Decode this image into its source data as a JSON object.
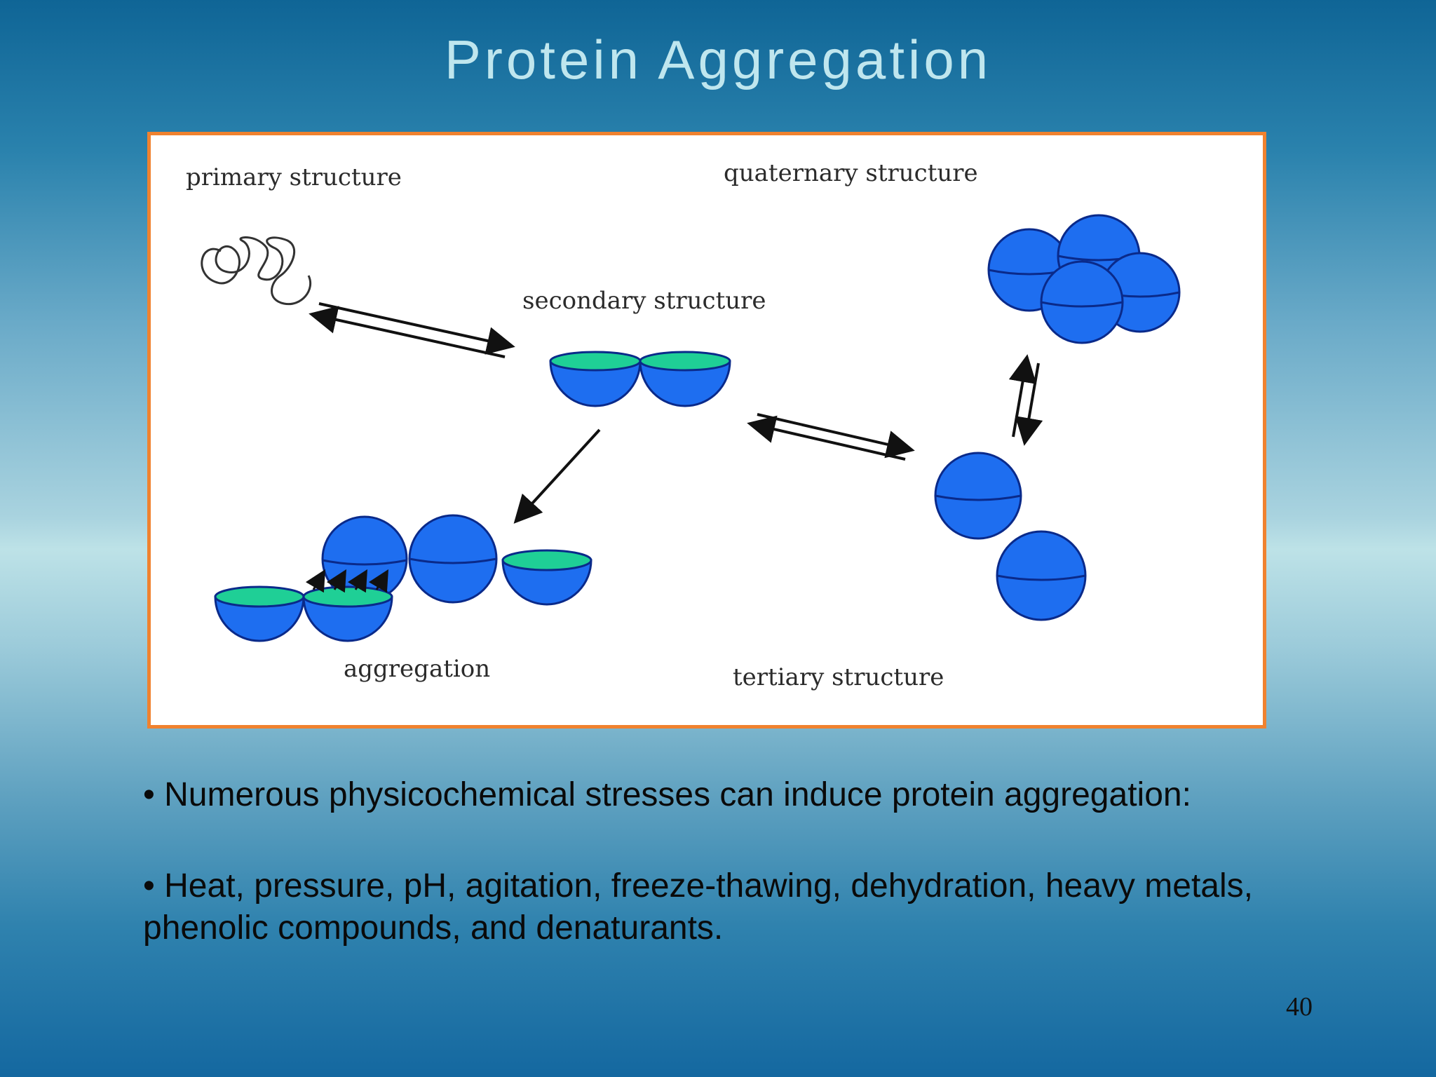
{
  "slide": {
    "title": "Protein Aggregation",
    "page_number": "40"
  },
  "figure": {
    "labels": {
      "primary": "primary structure",
      "secondary": "secondary structure",
      "quaternary": "quaternary structure",
      "tertiary": "tertiary structure",
      "aggregation": "aggregation"
    },
    "colors": {
      "border": "#f0822f",
      "sphere_blue": "#1e6ef0",
      "beta_green": "#1fcf96"
    }
  },
  "bullets": [
    "• Numerous physicochemical stresses can induce protein aggregation:",
    "• Heat, pressure, pH, agitation, freeze-thawing, dehydration, heavy metals, phenolic compounds, and denaturants."
  ]
}
